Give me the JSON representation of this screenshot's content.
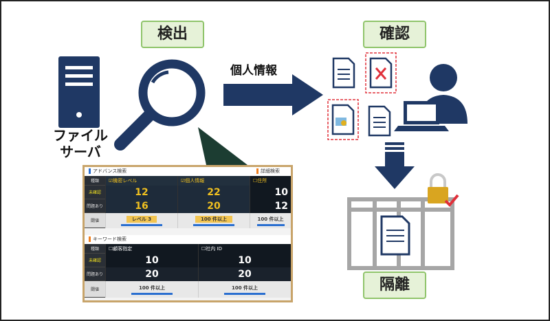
{
  "labels": {
    "detect": "検出",
    "confirm": "確認",
    "isolate": "隔離"
  },
  "server_label": [
    "ファイル",
    "サーバ"
  ],
  "arrow_label": "個人情報",
  "screenshot": {
    "advanced": {
      "title": "アドバンス検索",
      "row_labels": [
        "種類",
        "未確認",
        "問題あり",
        "閾値"
      ],
      "columns": [
        {
          "name": "機密レベル",
          "unconfirmed": "12",
          "problem": "16",
          "threshold": "レベル 3"
        },
        {
          "name": "個人情報",
          "unconfirmed": "22",
          "problem": "20",
          "threshold": "100 件以上"
        }
      ]
    },
    "detail": {
      "title": "詳細検索",
      "column": {
        "name": "住所",
        "unconfirmed": "10",
        "problem": "12",
        "threshold": "100 件以上"
      }
    },
    "keyword": {
      "title": "キーワード検索",
      "row_labels": [
        "種類",
        "未確認",
        "問題あり",
        "閾値"
      ],
      "columns": [
        {
          "name": "顧客指定",
          "unconfirmed": "10",
          "problem": "20",
          "threshold": "100 件以上"
        },
        {
          "name": "社内 ID",
          "unconfirmed": "10",
          "problem": "20",
          "threshold": "100 件以上"
        }
      ]
    }
  },
  "colors": {
    "navy": "#1f3864",
    "label_bg": "#e6f2d8",
    "label_border": "#8fc46a",
    "alert": "#e0303a"
  }
}
